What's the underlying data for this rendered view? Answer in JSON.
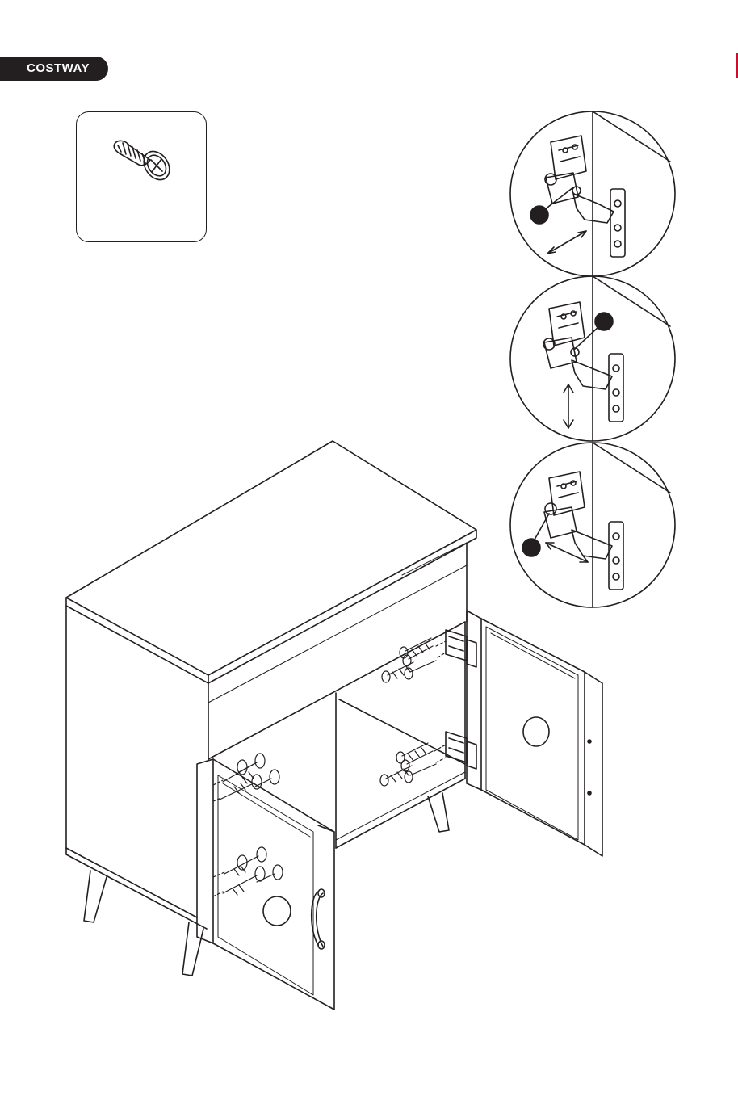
{
  "brand": {
    "name": "COSTWAY"
  },
  "page": {
    "accent_color": "#231f20",
    "edge_mark_color": "#c8102e"
  },
  "parts": {
    "icon": "screw-icon"
  },
  "details": [
    {
      "name": "hinge-detail-top",
      "adjustment": "depth",
      "arrow": "diagonal-arrow-icon"
    },
    {
      "name": "hinge-detail-middle",
      "adjustment": "vertical",
      "arrow": "vertical-arrow-icon"
    },
    {
      "name": "hinge-detail-bottom",
      "adjustment": "horizontal",
      "arrow": "horizontal-arrow-icon"
    }
  ]
}
